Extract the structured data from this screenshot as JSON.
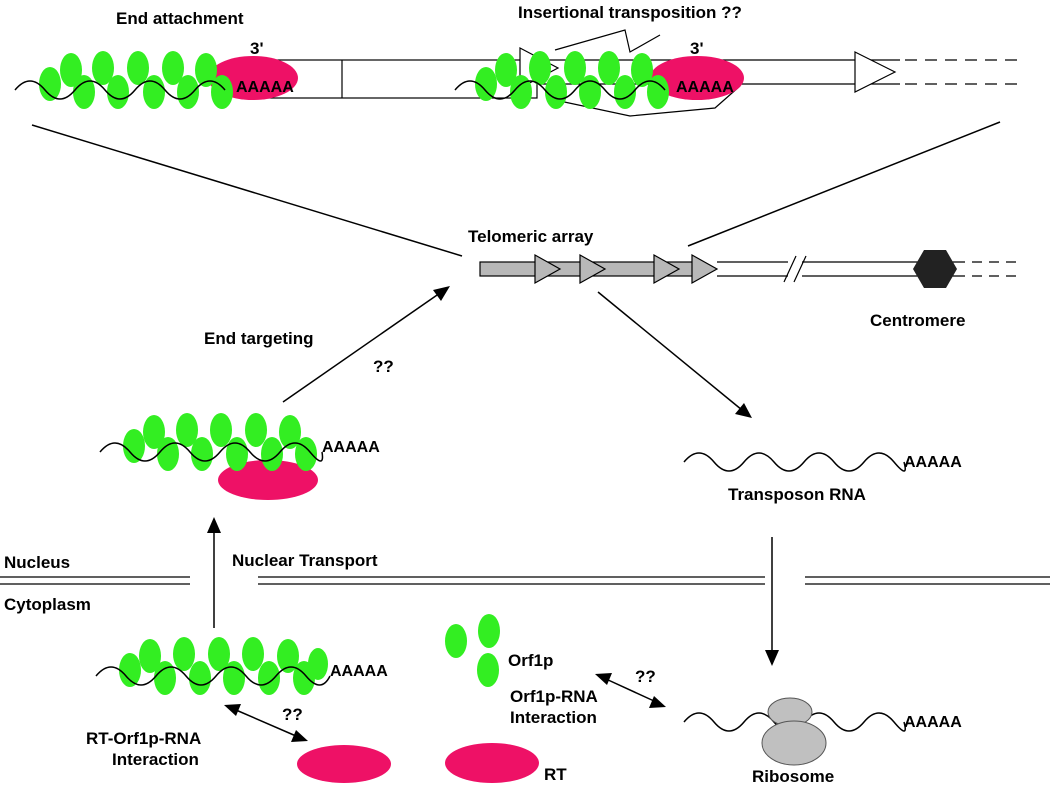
{
  "labels": {
    "end_attachment": "End attachment",
    "insertional_transposition": "Insertional transposition ??",
    "three_prime": "3'",
    "telomeric_array": "Telomeric array",
    "centromere": "Centromere",
    "end_targeting": "End targeting",
    "qq": "??",
    "transposon_rna": "Transposon RNA",
    "nucleus": "Nucleus",
    "cytoplasm": "Cytoplasm",
    "nuclear_transport": "Nuclear Transport",
    "orf1p": "Orf1p",
    "orf1p_rna_line1": "Orf1p-RNA",
    "orf1p_rna_line2": "Interaction",
    "rt_orf1p_line1": "RT-Orf1p-RNA",
    "rt_orf1p_line2": "Interaction",
    "rt": "RT",
    "ribosome": "Ribosome",
    "polya": "AAAAA"
  },
  "colors": {
    "orf1p_protein": "#33ee22",
    "rt_protein": "#ee1166",
    "ribosome": "#c0c0c0",
    "telomere_arrow": "#b8b8b8",
    "centromere": "#222222",
    "line": "#000000"
  }
}
